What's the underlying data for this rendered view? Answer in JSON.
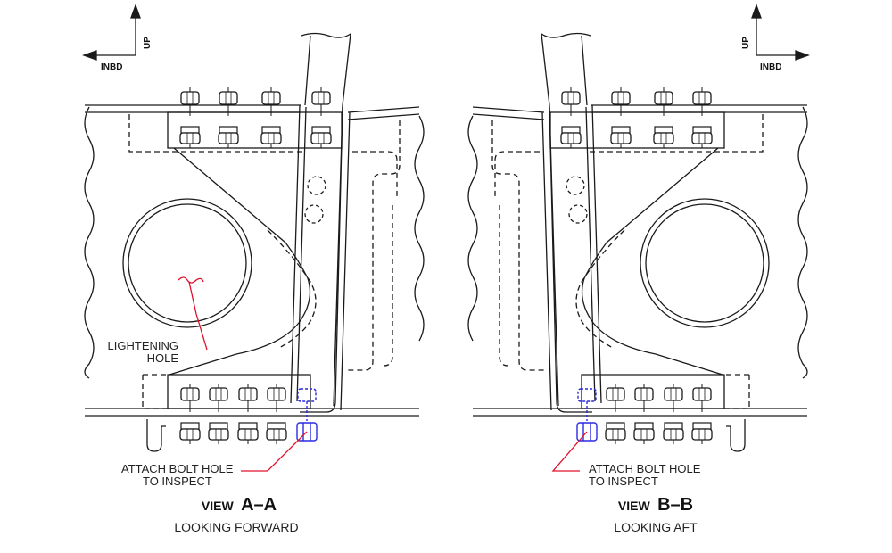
{
  "left_view": {
    "axis_up": "UP",
    "axis_inbd": "INBD",
    "callout_hole": [
      "LIGHTENING",
      "HOLE"
    ],
    "callout_bolt": [
      "ATTACH BOLT HOLE",
      "TO INSPECT"
    ],
    "view_prefix": "VIEW",
    "view_id": "A–A",
    "view_caption": "LOOKING FORWARD"
  },
  "right_view": {
    "axis_up": "UP",
    "axis_inbd": "INBD",
    "callout_bolt": [
      "ATTACH BOLT HOLE",
      "TO INSPECT"
    ],
    "view_prefix": "VIEW",
    "view_id": "B–B",
    "view_caption": "LOOKING AFT"
  },
  "colors": {
    "line": "#1a1a1a",
    "callout": "#e0102a",
    "highlight": "#2a2ae0"
  }
}
